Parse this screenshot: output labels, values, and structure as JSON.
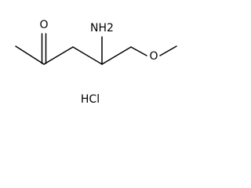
{
  "molecule": {
    "atoms": {
      "carbonyl_oxygen": "O",
      "amine": "NH2",
      "ether_oxygen": "O"
    },
    "salt": "HCl"
  }
}
